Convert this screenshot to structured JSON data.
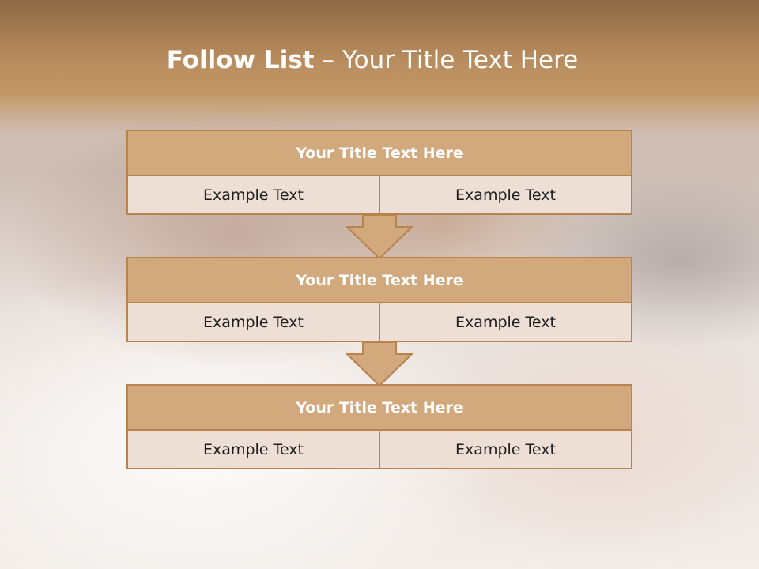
{
  "slide": {
    "title_bold": "Follow List",
    "title_rest": " – Your Title Text Here"
  },
  "blocks": [
    {
      "title": "Your Title Text Here",
      "left": "Example Text",
      "right": "Example Text"
    },
    {
      "title": "Your Title Text Here",
      "left": "Example Text",
      "right": "Example Text"
    },
    {
      "title": "Your Title Text Here",
      "left": "Example Text",
      "right": "Example Text"
    }
  ],
  "colors": {
    "accent": "#b9834e",
    "header_fill": "#d2a87d",
    "row_fill": "#eddfd5"
  },
  "icons": [
    "down-arrow-icon",
    "down-arrow-icon"
  ]
}
